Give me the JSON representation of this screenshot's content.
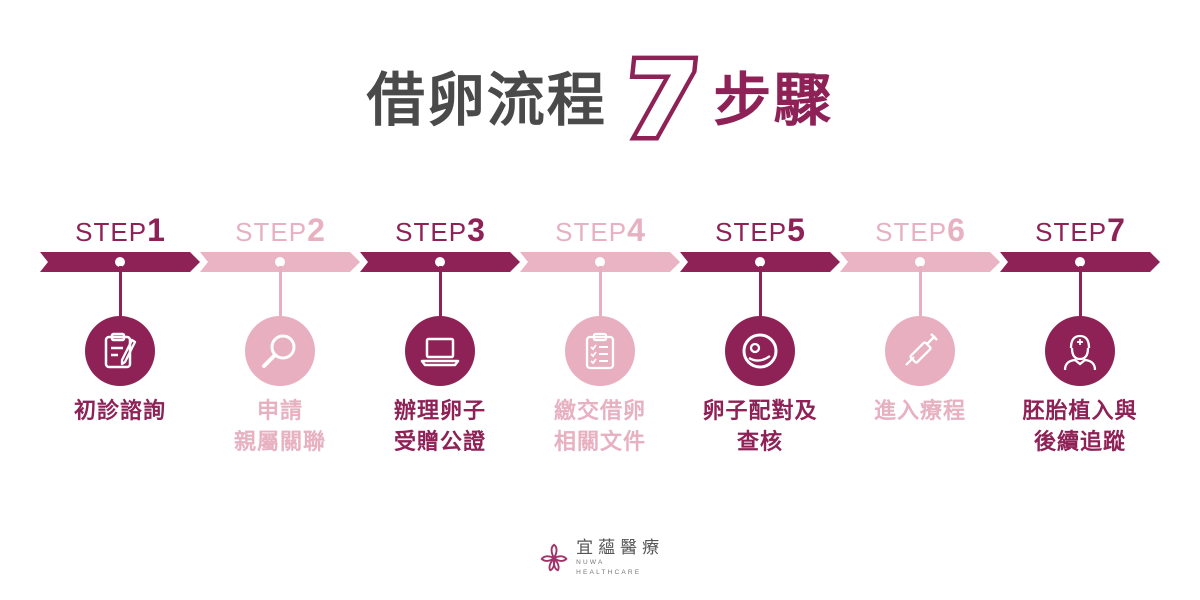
{
  "title": {
    "part1": "借卵流程",
    "number": "7",
    "part2": "步驟"
  },
  "colors": {
    "dark": "#8e2156",
    "light": "#e8afc0",
    "title_gray": "#4a4a4a"
  },
  "steps": [
    {
      "word": "STEP",
      "num": "1",
      "lines": [
        "初診諮詢"
      ],
      "icon": "clipboard-pencil-icon",
      "tone": "dark"
    },
    {
      "word": "STEP",
      "num": "2",
      "lines": [
        "申請",
        "親屬關聯"
      ],
      "icon": "magnifier-icon",
      "tone": "light"
    },
    {
      "word": "STEP",
      "num": "3",
      "lines": [
        "辦理卵子",
        "受贈公證"
      ],
      "icon": "laptop-icon",
      "tone": "dark"
    },
    {
      "word": "STEP",
      "num": "4",
      "lines": [
        "繳交借卵",
        "相關文件"
      ],
      "icon": "checklist-icon",
      "tone": "light"
    },
    {
      "word": "STEP",
      "num": "5",
      "lines": [
        "卵子配對及",
        "查核"
      ],
      "icon": "egg-cell-icon",
      "tone": "dark"
    },
    {
      "word": "STEP",
      "num": "6",
      "lines": [
        "進入療程"
      ],
      "icon": "syringe-icon",
      "tone": "light"
    },
    {
      "word": "STEP",
      "num": "7",
      "lines": [
        "胚胎植入與",
        "後續追蹤"
      ],
      "icon": "doctor-icon",
      "tone": "dark"
    }
  ],
  "logo": {
    "name": "宜蘊醫療",
    "sub": "NUWA HEALTHCARE"
  }
}
